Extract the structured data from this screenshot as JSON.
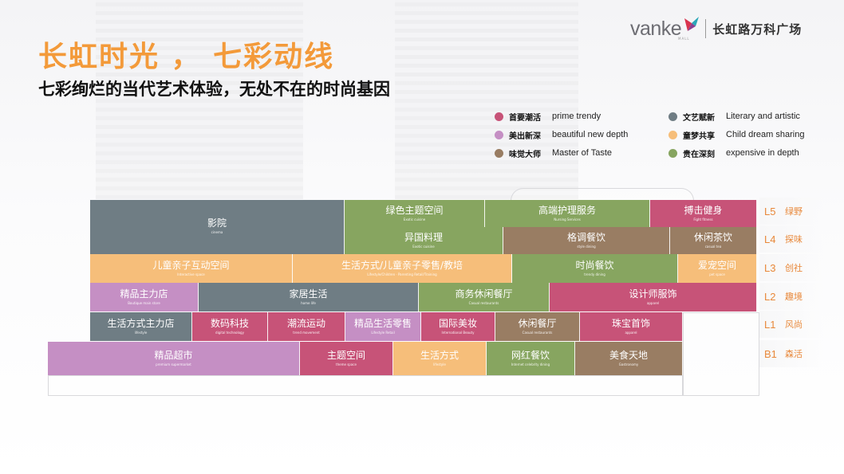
{
  "header": {
    "title": "长虹时光 ， 七彩动线",
    "subtitle": "七彩绚烂的当代艺术体验，无处不在的时尚基因"
  },
  "logo": {
    "brand": "vanke",
    "brand_sub": "MALL",
    "mall_name": "长虹路万科广场"
  },
  "colors": {
    "red": "#c75378",
    "gray": "#6f7d84",
    "purple": "#c58fc4",
    "orange": "#f6be7a",
    "brown": "#997d63",
    "green": "#87a560",
    "title_orange": "#f39a3a"
  },
  "legend": [
    {
      "zh": "首要潮活",
      "en": "prime trendy",
      "color": "#c75378"
    },
    {
      "zh": "文艺赋新",
      "en": "Literary and artistic",
      "color": "#6f7d84"
    },
    {
      "zh": "美出新深",
      "en": "beautiful new depth",
      "color": "#c58fc4"
    },
    {
      "zh": "童梦共享",
      "en": "Child dream sharing",
      "color": "#f6be7a"
    },
    {
      "zh": "味觉大师",
      "en": "Master of Taste",
      "color": "#997d63"
    },
    {
      "zh": "贵在深刻",
      "en": "expensive in depth",
      "color": "#87a560"
    }
  ],
  "floors": [
    {
      "level": "L5",
      "name": "绿野"
    },
    {
      "level": "L4",
      "name": "探味"
    },
    {
      "level": "L3",
      "name": "创社"
    },
    {
      "level": "L2",
      "name": "趣境"
    },
    {
      "level": "L1",
      "name": "风尚"
    },
    {
      "level": "B1",
      "name": "森活"
    }
  ],
  "blocks": [
    {
      "zh": "影院",
      "en": "cinema",
      "color": "#6f7d84"
    },
    {
      "zh": "绿色主题空间",
      "en": "Exotic cuisine",
      "color": "#87a560"
    },
    {
      "zh": "高端护理服务",
      "en": "Nursing  Services",
      "color": "#87a560"
    },
    {
      "zh": "搏击健身",
      "en": "Fight fitness",
      "color": "#c75378"
    },
    {
      "zh": "异国料理",
      "en": "Exotic cuisine",
      "color": "#87a560"
    },
    {
      "zh": "格调餐饮",
      "en": "style dining",
      "color": "#997d63"
    },
    {
      "zh": "休闲茶饮",
      "en": "casual tea",
      "color": "#997d63"
    },
    {
      "zh": "儿童亲子互动空间",
      "en": "Interactive space",
      "color": "#f6be7a"
    },
    {
      "zh": "生活方式/儿童亲子零售/教培",
      "en": "Lifestyle/Children · Parenting Retail/Training",
      "color": "#f6be7a"
    },
    {
      "zh": "时尚餐饮",
      "en": "trendy dining",
      "color": "#87a560"
    },
    {
      "zh": "爱宠空间",
      "en": "pet space",
      "color": "#f6be7a"
    },
    {
      "zh": "精品主力店",
      "en": "Boutique  main store",
      "color": "#c58fc4"
    },
    {
      "zh": "家居生活",
      "en": "home life",
      "color": "#6f7d84"
    },
    {
      "zh": "商务休闲餐厅",
      "en": "Casual  restaurants",
      "color": "#87a560"
    },
    {
      "zh": "设计师服饰",
      "en": "apparel",
      "color": "#c75378"
    },
    {
      "zh": "生活方式主力店",
      "en": "lifestyle",
      "color": "#6f7d84"
    },
    {
      "zh": "数码科技",
      "en": "digital technology",
      "color": "#c75378"
    },
    {
      "zh": "潮流运动",
      "en": "trend movement",
      "color": "#c75378"
    },
    {
      "zh": "精品生活零售",
      "en": "Lifestyle Retail",
      "color": "#c58fc4"
    },
    {
      "zh": "国际美妆",
      "en": "International  Beauty",
      "color": "#c75378"
    },
    {
      "zh": "休闲餐厅",
      "en": "Casual  restaurants",
      "color": "#997d63"
    },
    {
      "zh": "珠宝首饰",
      "en": "apparel",
      "color": "#c75378"
    },
    {
      "zh": "精品超市",
      "en": "premium  supermarket",
      "color": "#c58fc4"
    },
    {
      "zh": "主题空间",
      "en": "theme space",
      "color": "#c75378"
    },
    {
      "zh": "生活方式",
      "en": "lifestyle",
      "color": "#f6be7a"
    },
    {
      "zh": "网红餐饮",
      "en": "Internet celebrity dining",
      "color": "#87a560"
    },
    {
      "zh": "美食天地",
      "en": "Gastronomy",
      "color": "#997d63"
    }
  ]
}
